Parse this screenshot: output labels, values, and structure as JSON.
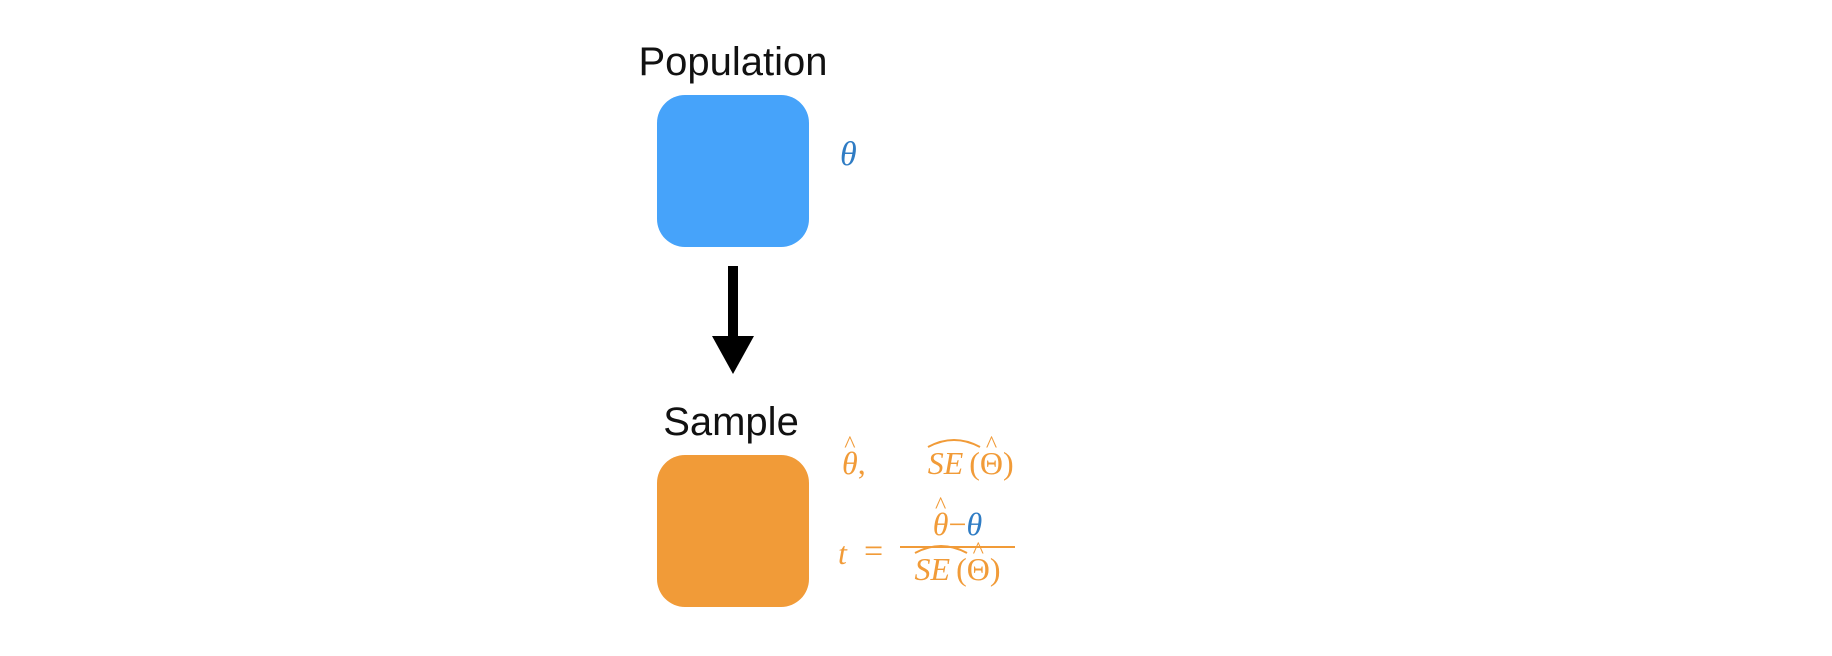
{
  "population": {
    "label": "Population",
    "color": "#46a3fa",
    "param": "θ",
    "param_color": "#2f7cc4"
  },
  "sample": {
    "label": "Sample",
    "color": "#f19b38",
    "formula_color": "#f19b38",
    "estimate": "θ",
    "estimate_sep": ",",
    "se_text": "SE",
    "se_arg": "Θ",
    "t_var": "t",
    "equals": "=",
    "minus": "−",
    "theta": "θ"
  },
  "arrow": {
    "color": "#000000"
  }
}
